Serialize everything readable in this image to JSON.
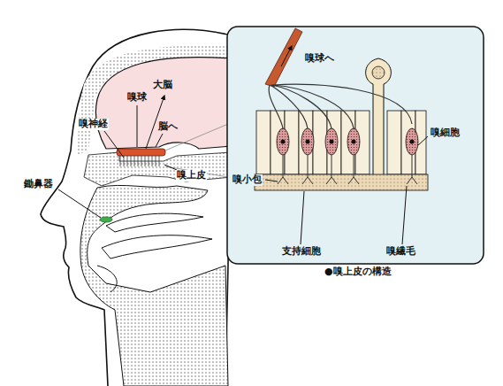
{
  "diagram": {
    "labels": [
      "大脳",
      "嗅球",
      "嗅神経",
      "脳へ",
      "鋤鼻器",
      "嗅上皮",
      "嗅球へ",
      "嗅細胞",
      "嗅小包",
      "支持細胞",
      "嗅繊毛",
      "●嗅上皮の構造"
    ]
  }
}
